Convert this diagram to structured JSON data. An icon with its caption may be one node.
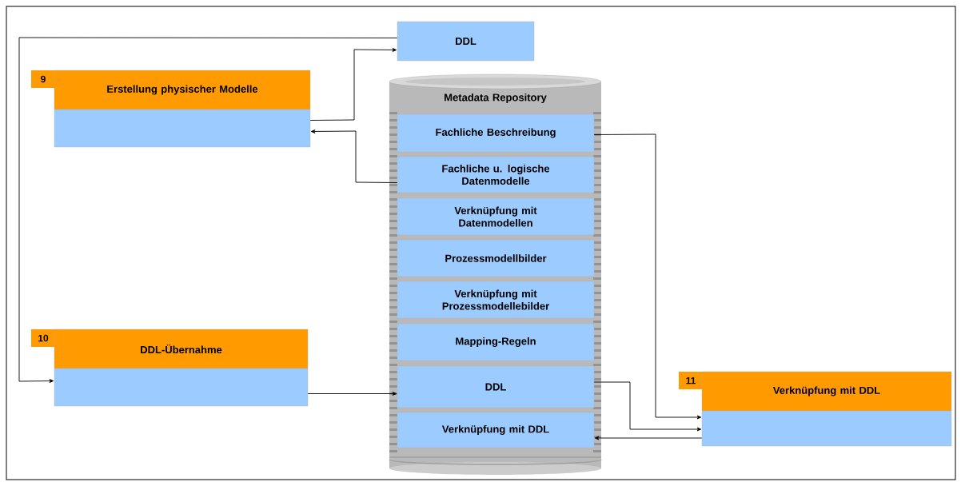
{
  "diagram": {
    "nodes": [
      {
        "text": [
          "DDL"
        ]
      },
      {
        "text": [
          "9"
        ]
      },
      {
        "text": [
          "Erstellung physischer Modelle"
        ]
      },
      {
        "text": [],
        "shape": "box"
      },
      {
        "text": [
          "Metadata Repository"
        ]
      },
      {
        "text": [
          "Fachliche Beschreibung"
        ],
        "in": 4
      },
      {
        "text": [
          "Fachliche u. logische Datenmodelle"
        ],
        "in": 4
      },
      {
        "text": [
          "Verknüpfung mit Datenmodellen"
        ],
        "in": 4
      },
      {
        "text": [
          "Prozessmodellbilder"
        ],
        "in": 4
      },
      {
        "text": [
          "Verknüpfung mit Prozessmodellebilder"
        ],
        "in": 4
      },
      {
        "text": [
          "Mapping-Regeln"
        ],
        "in": 4
      },
      {
        "text": [
          "DDL"
        ],
        "in": 4
      },
      {
        "text": [
          "Verknüpfung mit DDL"
        ],
        "in": 4
      },
      {
        "text": [
          "10"
        ]
      },
      {
        "text": [
          "DDL-Übernahme"
        ]
      },
      {
        "text": [],
        "shape": "box"
      },
      {
        "text": [
          "11"
        ]
      },
      {
        "text": [
          "Verknüpfung mit DDL"
        ]
      },
      {
        "text": [],
        "shape": "box"
      }
    ],
    "edges": [
      {
        "from": 3,
        "to": 0,
        "arrow": "to"
      },
      {
        "from": 6,
        "to": 3,
        "arrow": "to"
      },
      {
        "from": 0,
        "to": 15,
        "arrow": "to"
      },
      {
        "from": 15,
        "to": 11,
        "arrow": "to"
      },
      {
        "from": 5,
        "to": 18,
        "arrow": "to"
      },
      {
        "from": 11,
        "to": 18,
        "arrow": "to"
      },
      {
        "from": 18,
        "to": 12,
        "arrow": "to"
      }
    ]
  }
}
